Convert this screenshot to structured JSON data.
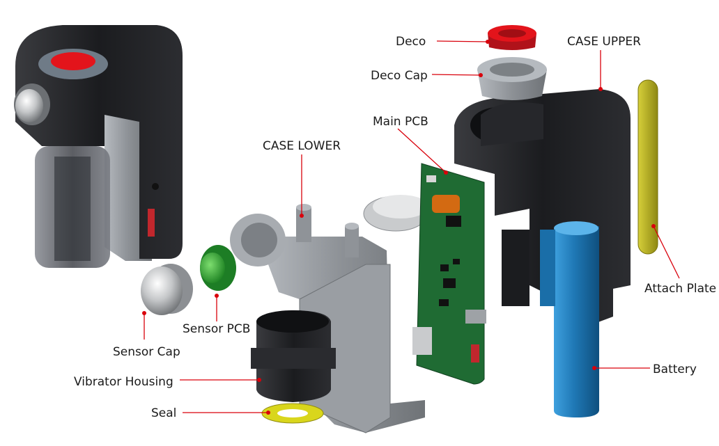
{
  "labels": {
    "deco": "Deco",
    "deco_cap": "Deco Cap",
    "case_upper": "CASE UPPER",
    "main_pcb": "Main PCB",
    "case_lower": "CASE LOWER",
    "attach_plate": "Attach Plate",
    "sensor_pcb": "Sensor PCB",
    "sensor_cap": "Sensor Cap",
    "vibrator_housing": "Vibrator Housing",
    "seal": "Seal",
    "battery": "Battery"
  },
  "colors": {
    "leader_line": "#d9000b",
    "body_black": "#1e1f22",
    "deco_red": "#e3141b",
    "deco_cap_gray": "#9aa1a8",
    "case_lower_gray": "#9a9ea3",
    "pcb_green": "#1f6b33",
    "sensor_pcb_green": "#27a12f",
    "battery_blue": "#1f78b5",
    "attach_plate_yellow": "#b3ad17",
    "seal_yellow": "#d9d61c",
    "chrome": "#c9cbcd"
  }
}
